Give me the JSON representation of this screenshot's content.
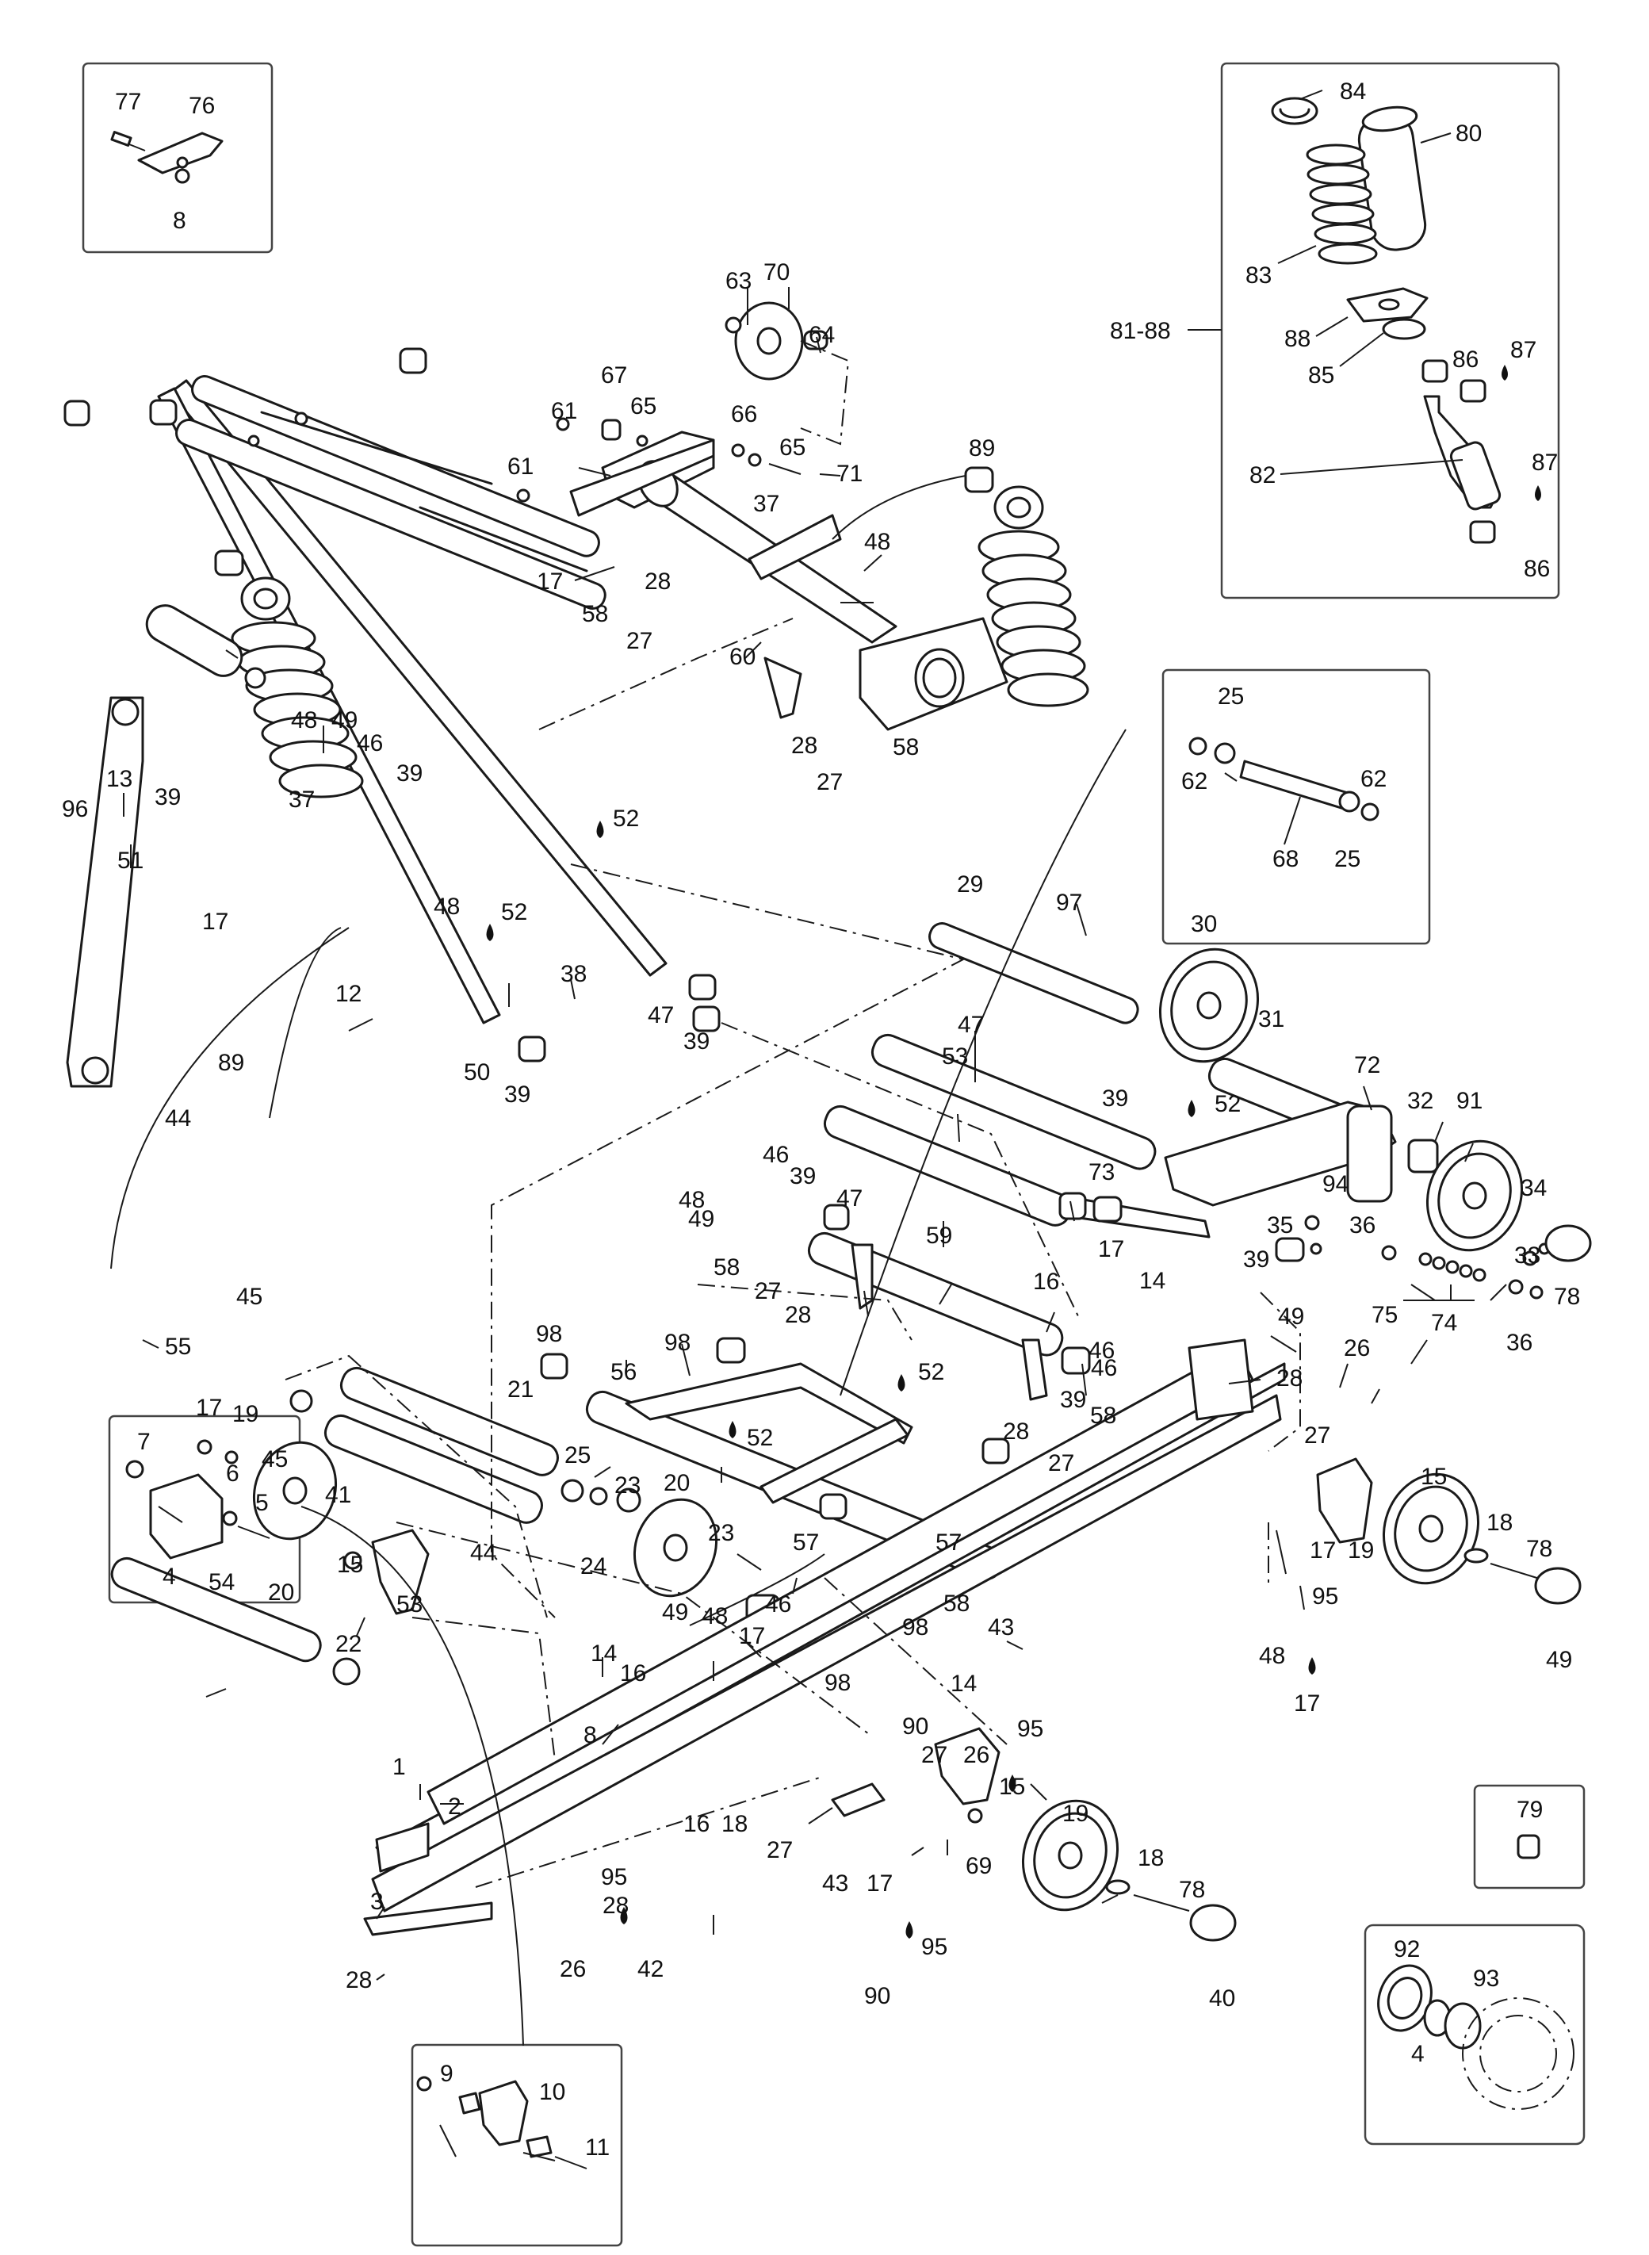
{
  "callouts": [
    {
      "id": "c77",
      "t": "77"
    },
    {
      "id": "c76",
      "t": "76"
    },
    {
      "id": "c8a",
      "t": "8"
    },
    {
      "id": "c84",
      "t": "84"
    },
    {
      "id": "c80",
      "t": "80"
    },
    {
      "id": "c83",
      "t": "83"
    },
    {
      "id": "c81",
      "t": "81-88"
    },
    {
      "id": "c88",
      "t": "88"
    },
    {
      "id": "c85",
      "t": "85"
    },
    {
      "id": "c86a",
      "t": "86"
    },
    {
      "id": "c87a",
      "t": "87"
    },
    {
      "id": "c82",
      "t": "82"
    },
    {
      "id": "c87b",
      "t": "87"
    },
    {
      "id": "c86b",
      "t": "86"
    },
    {
      "id": "c63",
      "t": "63"
    },
    {
      "id": "c70",
      "t": "70"
    },
    {
      "id": "c64",
      "t": "64"
    },
    {
      "id": "c67",
      "t": "67"
    },
    {
      "id": "c61a",
      "t": "61"
    },
    {
      "id": "c65a",
      "t": "65"
    },
    {
      "id": "c66",
      "t": "66"
    },
    {
      "id": "c65b",
      "t": "65"
    },
    {
      "id": "c71",
      "t": "71"
    },
    {
      "id": "c61b",
      "t": "61"
    },
    {
      "id": "c37a",
      "t": "37"
    },
    {
      "id": "c89a",
      "t": "89"
    },
    {
      "id": "c48a",
      "t": "48"
    },
    {
      "id": "c17a",
      "t": "17"
    },
    {
      "id": "c28a",
      "t": "28"
    },
    {
      "id": "c58a",
      "t": "58"
    },
    {
      "id": "c27a",
      "t": "27"
    },
    {
      "id": "c60",
      "t": "60"
    },
    {
      "id": "c28b",
      "t": "28"
    },
    {
      "id": "c58b",
      "t": "58"
    },
    {
      "id": "c27b",
      "t": "27"
    },
    {
      "id": "c25a",
      "t": "25"
    },
    {
      "id": "c62a",
      "t": "62"
    },
    {
      "id": "c62b",
      "t": "62"
    },
    {
      "id": "c68",
      "t": "68"
    },
    {
      "id": "c25b",
      "t": "25"
    },
    {
      "id": "c48b",
      "t": "48"
    },
    {
      "id": "c49a",
      "t": "49"
    },
    {
      "id": "c46a",
      "t": "46"
    },
    {
      "id": "c39a",
      "t": "39"
    },
    {
      "id": "c13",
      "t": "13"
    },
    {
      "id": "c96",
      "t": "96"
    },
    {
      "id": "c39b",
      "t": "39"
    },
    {
      "id": "c51",
      "t": "51"
    },
    {
      "id": "c37b",
      "t": "37"
    },
    {
      "id": "c52a",
      "t": "52"
    },
    {
      "id": "c48c",
      "t": "48"
    },
    {
      "id": "c52b",
      "t": "52"
    },
    {
      "id": "c17b",
      "t": "17"
    },
    {
      "id": "c12",
      "t": "12"
    },
    {
      "id": "c38",
      "t": "38"
    },
    {
      "id": "c47a",
      "t": "47"
    },
    {
      "id": "c50",
      "t": "50"
    },
    {
      "id": "c39c",
      "t": "39"
    },
    {
      "id": "c39d",
      "t": "39"
    },
    {
      "id": "c29",
      "t": "29"
    },
    {
      "id": "c97",
      "t": "97"
    },
    {
      "id": "c30",
      "t": "30"
    },
    {
      "id": "c31",
      "t": "31"
    },
    {
      "id": "c47b",
      "t": "47"
    },
    {
      "id": "c72",
      "t": "72"
    },
    {
      "id": "c53a",
      "t": "53"
    },
    {
      "id": "c39e",
      "t": "39"
    },
    {
      "id": "c52c",
      "t": "52"
    },
    {
      "id": "c32",
      "t": "32"
    },
    {
      "id": "c91",
      "t": "91"
    },
    {
      "id": "c73",
      "t": "73"
    },
    {
      "id": "c94",
      "t": "94"
    },
    {
      "id": "c35",
      "t": "35"
    },
    {
      "id": "c36a",
      "t": "36"
    },
    {
      "id": "c34",
      "t": "34"
    },
    {
      "id": "c33",
      "t": "33"
    },
    {
      "id": "c39f",
      "t": "39"
    },
    {
      "id": "c78a",
      "t": "78"
    },
    {
      "id": "c75",
      "t": "75"
    },
    {
      "id": "c74",
      "t": "74"
    },
    {
      "id": "c36b",
      "t": "36"
    },
    {
      "id": "c89b",
      "t": "89"
    },
    {
      "id": "c44a",
      "t": "44"
    },
    {
      "id": "c45a",
      "t": "45"
    },
    {
      "id": "c55",
      "t": "55"
    },
    {
      "id": "c46b",
      "t": "46"
    },
    {
      "id": "c39g",
      "t": "39"
    },
    {
      "id": "c48d",
      "t": "48"
    },
    {
      "id": "c47c",
      "t": "47"
    },
    {
      "id": "c49b",
      "t": "49"
    },
    {
      "id": "c59",
      "t": "59"
    },
    {
      "id": "c58c",
      "t": "58"
    },
    {
      "id": "c27c",
      "t": "27"
    },
    {
      "id": "c28c",
      "t": "28"
    },
    {
      "id": "c16a",
      "t": "16"
    },
    {
      "id": "c17c",
      "t": "17"
    },
    {
      "id": "c14a",
      "t": "14"
    },
    {
      "id": "c46c",
      "t": "46"
    },
    {
      "id": "c49c",
      "t": "49"
    },
    {
      "id": "c26a",
      "t": "26"
    },
    {
      "id": "c28d",
      "t": "28"
    },
    {
      "id": "c27d",
      "t": "27"
    },
    {
      "id": "c46d",
      "t": "46"
    },
    {
      "id": "c58d",
      "t": "58"
    },
    {
      "id": "c98a",
      "t": "98"
    },
    {
      "id": "c56",
      "t": "56"
    },
    {
      "id": "c98b",
      "t": "98"
    },
    {
      "id": "c52d",
      "t": "52"
    },
    {
      "id": "c52e",
      "t": "52"
    },
    {
      "id": "c21",
      "t": "21"
    },
    {
      "id": "c17d",
      "t": "17"
    },
    {
      "id": "c19a",
      "t": "19"
    },
    {
      "id": "c45b",
      "t": "45"
    },
    {
      "id": "c25c",
      "t": "25"
    },
    {
      "id": "c23a",
      "t": "23"
    },
    {
      "id": "c20a",
      "t": "20"
    },
    {
      "id": "c39h",
      "t": "39"
    },
    {
      "id": "c28e",
      "t": "28"
    },
    {
      "id": "c27e",
      "t": "27"
    },
    {
      "id": "c41",
      "t": "41"
    },
    {
      "id": "c44b",
      "t": "44"
    },
    {
      "id": "c24",
      "t": "24"
    },
    {
      "id": "c23b",
      "t": "23"
    },
    {
      "id": "c57a",
      "t": "57"
    },
    {
      "id": "c57b",
      "t": "57"
    },
    {
      "id": "c98c",
      "t": "98"
    },
    {
      "id": "c20b",
      "t": "20"
    },
    {
      "id": "c58e",
      "t": "58"
    },
    {
      "id": "c98d",
      "t": "98"
    },
    {
      "id": "c43a",
      "t": "43"
    },
    {
      "id": "c90a",
      "t": "90"
    },
    {
      "id": "c15a",
      "t": "15"
    },
    {
      "id": "c17e",
      "t": "17"
    },
    {
      "id": "c19b",
      "t": "19"
    },
    {
      "id": "c18a",
      "t": "18"
    },
    {
      "id": "c78b",
      "t": "78"
    },
    {
      "id": "c49d",
      "t": "49"
    },
    {
      "id": "c48e",
      "t": "48"
    },
    {
      "id": "c95a",
      "t": "95"
    },
    {
      "id": "c17f",
      "t": "17"
    },
    {
      "id": "c15b",
      "t": "15"
    },
    {
      "id": "c53b",
      "t": "53"
    },
    {
      "id": "c54",
      "t": "54"
    },
    {
      "id": "c22",
      "t": "22"
    },
    {
      "id": "c46e",
      "t": "46"
    },
    {
      "id": "c49e",
      "t": "49"
    },
    {
      "id": "c48f",
      "t": "48"
    },
    {
      "id": "c17g",
      "t": "17"
    },
    {
      "id": "c14b",
      "t": "14"
    },
    {
      "id": "c16b",
      "t": "16"
    },
    {
      "id": "c8b",
      "t": "8"
    },
    {
      "id": "c7",
      "t": "7"
    },
    {
      "id": "c6",
      "t": "6"
    },
    {
      "id": "c5",
      "t": "5"
    },
    {
      "id": "c4a",
      "t": "4"
    },
    {
      "id": "c1",
      "t": "1"
    },
    {
      "id": "c2",
      "t": "2"
    },
    {
      "id": "c3",
      "t": "3"
    },
    {
      "id": "c28f",
      "t": "28"
    },
    {
      "id": "c27f",
      "t": "27"
    },
    {
      "id": "c26b",
      "t": "26"
    },
    {
      "id": "c95b",
      "t": "95"
    },
    {
      "id": "c15c",
      "t": "15"
    },
    {
      "id": "c14c",
      "t": "14"
    },
    {
      "id": "c16c",
      "t": "16"
    },
    {
      "id": "c18b",
      "t": "18"
    },
    {
      "id": "c27g",
      "t": "27"
    },
    {
      "id": "c28g",
      "t": "28"
    },
    {
      "id": "c95c",
      "t": "95"
    },
    {
      "id": "c26c",
      "t": "26"
    },
    {
      "id": "c42",
      "t": "42"
    },
    {
      "id": "c43b",
      "t": "43"
    },
    {
      "id": "c17h",
      "t": "17"
    },
    {
      "id": "c69",
      "t": "69"
    },
    {
      "id": "c95d",
      "t": "95"
    },
    {
      "id": "c90b",
      "t": "90"
    },
    {
      "id": "c19c",
      "t": "19"
    },
    {
      "id": "c18c",
      "t": "18"
    },
    {
      "id": "c78c",
      "t": "78"
    },
    {
      "id": "c40",
      "t": "40"
    },
    {
      "id": "c79",
      "t": "79"
    },
    {
      "id": "c92",
      "t": "92"
    },
    {
      "id": "c93",
      "t": "93"
    },
    {
      "id": "c4b",
      "t": "4"
    },
    {
      "id": "c9",
      "t": "9"
    },
    {
      "id": "c10",
      "t": "10"
    },
    {
      "id": "c11",
      "t": "11"
    }
  ]
}
